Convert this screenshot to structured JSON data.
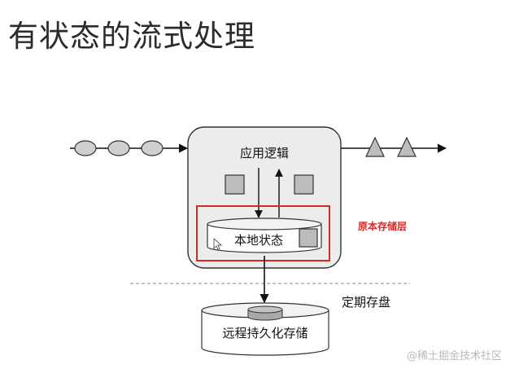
{
  "title": "有状态的流式处理",
  "diagram": {
    "app_logic_label": "应用逻辑",
    "local_state_label": "本地状态",
    "storage_layer_label": "原本存储层",
    "checkpoint_label": "定期存盘",
    "remote_storage_label": "远程持久化存储"
  },
  "watermark": "@稀土掘金技术社区",
  "colors": {
    "highlight_red": "#d42a2a",
    "box_fill": "#ececec",
    "square_fill": "#bcbcbc"
  }
}
